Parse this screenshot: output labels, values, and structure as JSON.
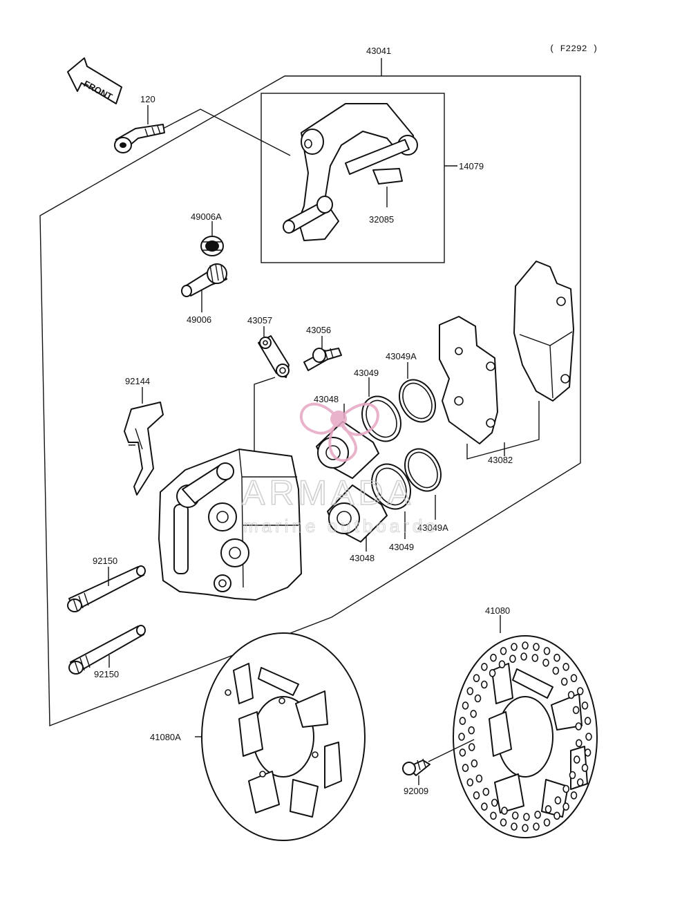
{
  "diagram": {
    "code": "( F2292 )",
    "front_label": "FRONT",
    "labels": {
      "p43041": "43041",
      "p120": "120",
      "p14079": "14079",
      "p32085": "32085",
      "p49006A": "49006A",
      "p49006": "49006",
      "p43057": "43057",
      "p43056": "43056",
      "p43049A_top": "43049A",
      "p43049_top": "43049",
      "p43048_top": "43048",
      "p92144": "92144",
      "p43082": "43082",
      "p43049A_bot": "43049A",
      "p43049_bot": "43049",
      "p43048_bot": "43048",
      "p92150_top": "92150",
      "p92150_bot": "92150",
      "p41080": "41080",
      "p41080A": "41080A",
      "p92009": "92009"
    }
  },
  "watermark": {
    "brand": "ARMADA",
    "tagline": "marine outboards",
    "color": "#e7a6c4"
  }
}
